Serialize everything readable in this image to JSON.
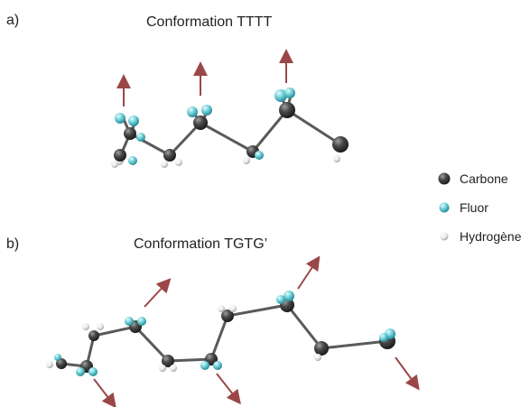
{
  "panels": [
    {
      "label": "a)",
      "title": "Conformation TTTT"
    },
    {
      "label": "b)",
      "title": "Conformation TGTG’"
    }
  ],
  "legend": {
    "items": [
      {
        "label": "Carbone",
        "color": "#3f3f3f"
      },
      {
        "label": "Fluor",
        "color": "#5fc9d3"
      },
      {
        "label": "Hydrogène",
        "color": "#e6e6e6"
      }
    ]
  },
  "colors": {
    "bond": "#5a5a5a",
    "arrow": "#9b4747",
    "carbon": "#3f3f3f",
    "fluorine": "#5fc9d3",
    "hydrogen": "#e6e6e6"
  }
}
